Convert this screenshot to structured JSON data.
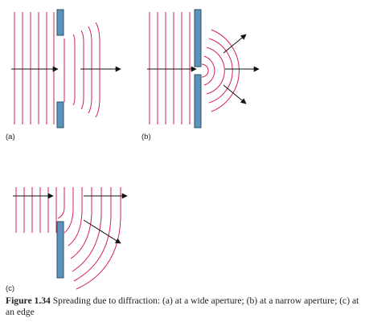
{
  "panels": {
    "a": {
      "label": "(a)"
    },
    "b": {
      "label": "(b)"
    },
    "c": {
      "label": "(c)"
    }
  },
  "caption": {
    "figure_number": "Figure 1.34",
    "text": "Spreading due to diffraction: (a) at a wide aperture; (b) at a narrow aperture; (c) at an edge"
  },
  "colors": {
    "wavefront": "#d4204f",
    "barrier_fill": "#5f92b8",
    "barrier_stroke": "#2a4f6e",
    "arrow": "#111111"
  }
}
